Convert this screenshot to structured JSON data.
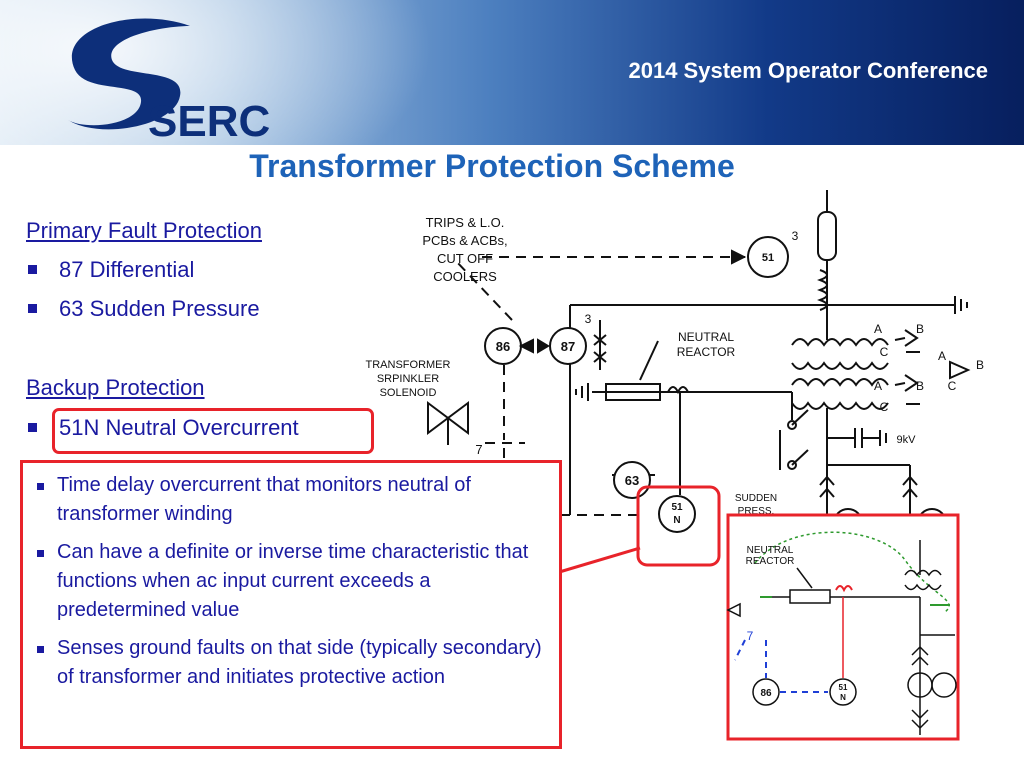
{
  "header": {
    "logo_text": "SERC",
    "conference": "2014 System Operator Conference"
  },
  "slide": {
    "title": "Transformer Protection Scheme"
  },
  "primary": {
    "heading": "Primary Fault Protection",
    "items": [
      "87 Differential",
      "63 Sudden Pressure"
    ]
  },
  "backup": {
    "heading": "Backup Protection",
    "items": [
      "51N Neutral Overcurrent"
    ]
  },
  "callout": {
    "bullets": [
      "Time delay overcurrent that monitors neutral of transformer winding",
      "Can have a definite or inverse time characteristic that functions when ac input current exceeds a predetermined value",
      "Senses ground faults on that side (typically secondary) of transformer and initiates protective action"
    ]
  },
  "diagram": {
    "trips_label": [
      "TRIPS & L.O.",
      "PCBs & ACBs,",
      "CUT OFF",
      "COOLERS"
    ],
    "sprinkler_label": [
      "TRANSFORMER",
      "SRPINKLER",
      "SOLENOID"
    ],
    "neutral_reactor": [
      "NEUTRAL",
      "REACTOR"
    ],
    "sudden_press": [
      "SUDDEN",
      "PRESS."
    ],
    "device_86": "86",
    "device_87": "87",
    "device_51": "51",
    "device_63": "63",
    "device_51n_top": "51",
    "device_51n_bottom": "N",
    "ct_count_3": "3",
    "ct_count_7": "7",
    "phase_a": "A",
    "phase_b": "B",
    "phase_c": "C",
    "voltage": "9kV",
    "inset": {
      "neutral_reactor": [
        "NEUTRAL",
        "REACTOR"
      ],
      "device_86": "86",
      "device_51n_top": "51",
      "device_51n_bottom": "N",
      "ct_count_7": "7"
    }
  },
  "colors": {
    "accent_red": "#e8232a",
    "title_blue": "#1e63b8",
    "text_navy": "#1a1aa0",
    "inset_blue": "#1f3fd6",
    "inset_green": "#2e9a2e"
  }
}
